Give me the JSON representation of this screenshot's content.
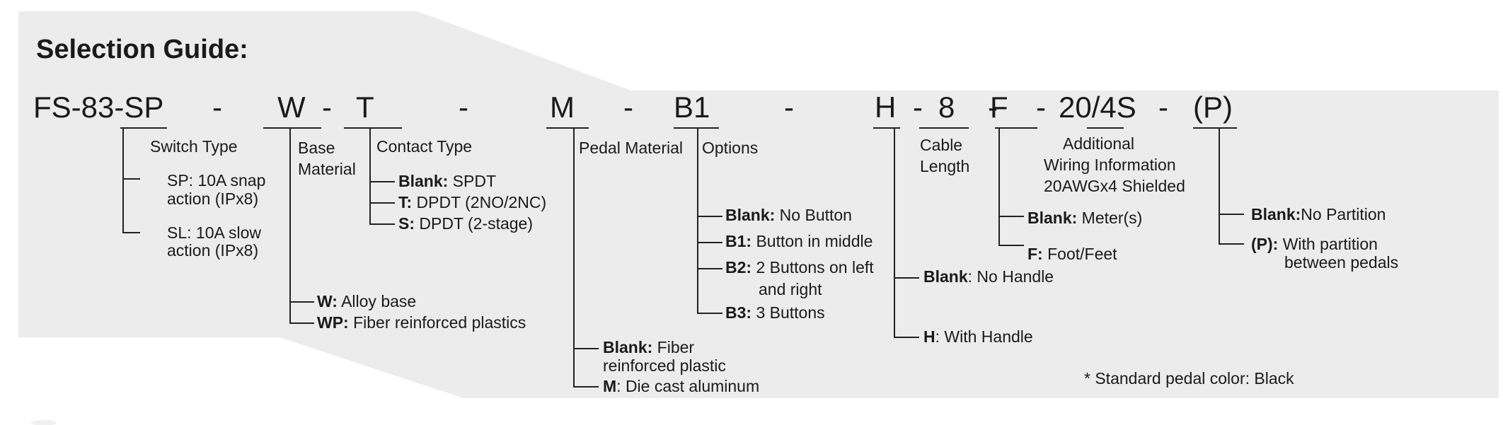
{
  "title": "Selection Guide:",
  "code": {
    "base": "FS-83-SP",
    "dash": "-",
    "base_material": "W",
    "contact": "T",
    "pedal": "M",
    "options": "B1",
    "handle": "H",
    "cable_length": "8",
    "unit": "F",
    "additional": "20/4S",
    "partition": "(P)"
  },
  "switch_type": {
    "heading": "Switch Type",
    "items": [
      {
        "line1": "SP:  10A snap",
        "line2": "action  (IPx8)"
      },
      {
        "line1": "SL:  10A slow",
        "line2": "action  (IPx8)"
      }
    ]
  },
  "base_material": {
    "heading_line1": "Base",
    "heading_line2": "Material",
    "items": [
      {
        "key": "W:",
        "value": " Alloy base"
      },
      {
        "key": "WP:",
        "value": " Fiber reinforced plastics"
      }
    ]
  },
  "contact_type": {
    "heading": "Contact Type",
    "items": [
      {
        "key": "Blank:",
        "value": " SPDT"
      },
      {
        "key": "T:",
        "value": " DPDT (2NO/2NC)"
      },
      {
        "key": "S:",
        "value": " DPDT (2-stage)"
      }
    ]
  },
  "pedal_material": {
    "heading": "Pedal Material",
    "items": [
      {
        "key": "Blank:",
        "value": "  Fiber",
        "line2": "reinforced plastic"
      },
      {
        "key": "M",
        "value": ": Die cast aluminum"
      }
    ]
  },
  "options": {
    "heading": "Options",
    "items": [
      {
        "key": "Blank:",
        "value": " No Button"
      },
      {
        "key": "B1:",
        "value": " Button in middle"
      },
      {
        "key": "B2:",
        "value": " 2 Buttons on left",
        "line2": "and right"
      },
      {
        "key": "B3:",
        "value": " 3 Buttons"
      }
    ]
  },
  "handle": {
    "items": [
      {
        "key": "Blank",
        "value": ": No Handle"
      },
      {
        "key": "H",
        "value": ": With Handle"
      }
    ]
  },
  "cable_length": {
    "heading_line1": "Cable",
    "heading_line2": "Length"
  },
  "unit": {
    "items": [
      {
        "key": "Blank:",
        "value": "  Meter(s)"
      },
      {
        "key": "F:",
        "value": "  Foot/Feet"
      }
    ]
  },
  "additional": {
    "line1": "Additional",
    "line2": "Wiring Information",
    "line3": "20AWGx4 Shielded"
  },
  "partition": {
    "items": [
      {
        "key": "Blank:",
        "value": "No Partition"
      },
      {
        "key": "(P):",
        "value": " With partition",
        "line2": "between pedals"
      }
    ]
  },
  "footnote": "* Standard pedal color: Black",
  "colors": {
    "panel": "#ececec",
    "text": "#1a1a1a",
    "line": "#222222"
  }
}
